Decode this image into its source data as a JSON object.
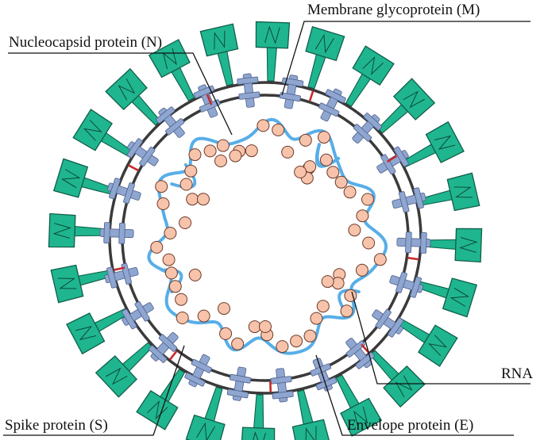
{
  "labels": {
    "membrane": "Membrane glycoprotein (M)",
    "nucleocapsid": "Nucleocapsid protein (N)",
    "rna": "RNA",
    "spike": "Spike protein (S)",
    "envelope": "Envelope protein (E)"
  },
  "colors": {
    "spike": "#1fb58f",
    "membrane_protein": "#8fa6d0",
    "envelope_protein": "#c62a2a",
    "rna": "#57aee8",
    "nucleocapsid": "#f7c3aa",
    "membrane": "#3a3a3a"
  },
  "counts": {
    "spikes": 24,
    "membrane_proteins": 22,
    "envelope_proteins": 9
  }
}
